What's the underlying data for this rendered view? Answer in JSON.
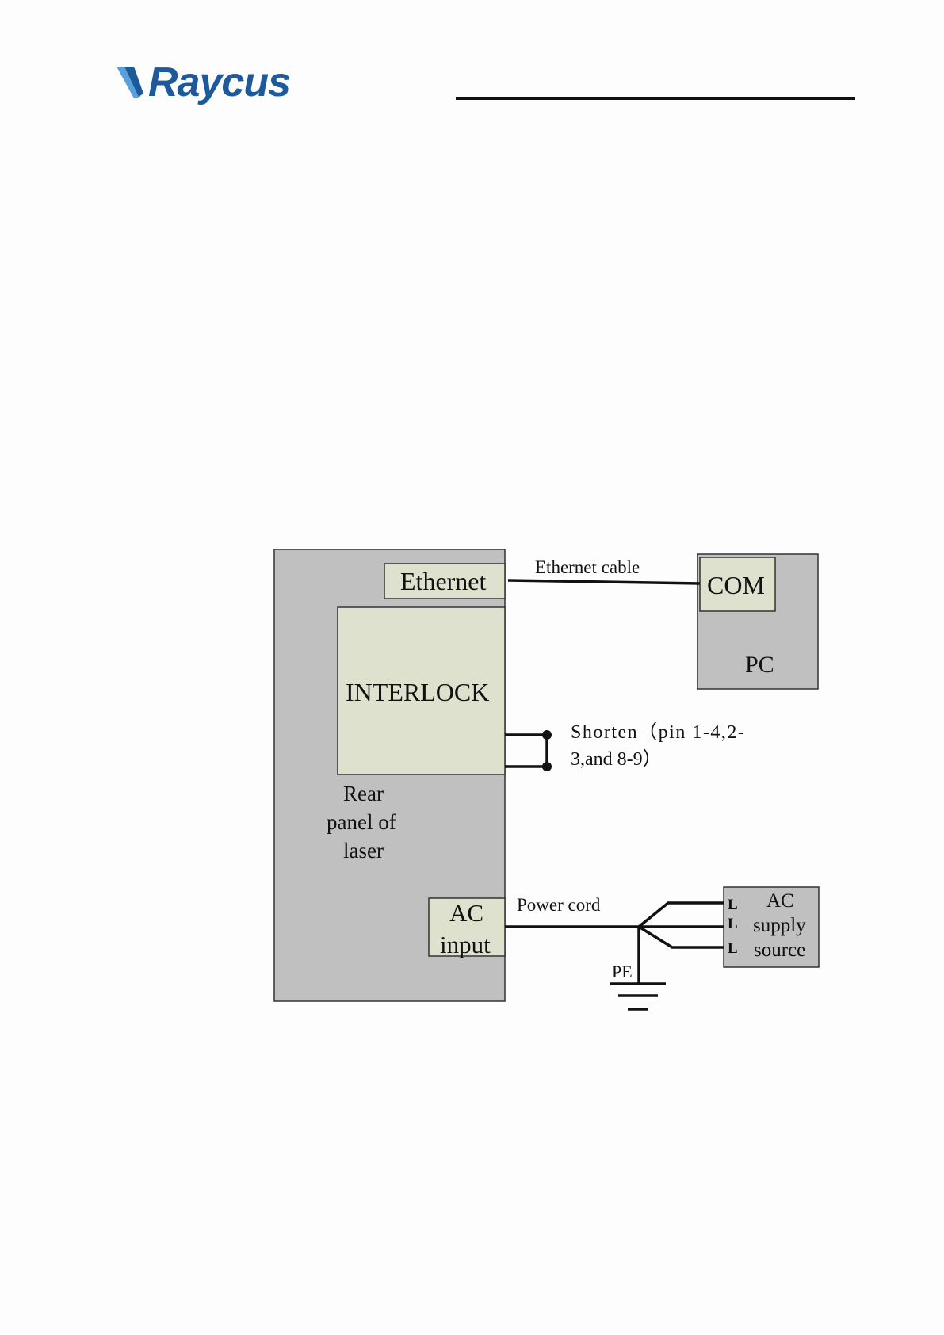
{
  "header": {
    "logo_text": "Raycus"
  },
  "diagram": {
    "ethernet_port": "Ethernet",
    "interlock": "INTERLOCK",
    "rear_panel_line1": "Rear",
    "rear_panel_line2": "panel of",
    "rear_panel_line3": "laser",
    "ac_input_line1": "AC",
    "ac_input_line2": "input",
    "ethernet_cable": "Ethernet cable",
    "com_port": "COM",
    "pc": "PC",
    "shorten_line1": "Shorten（pin 1-4,2-",
    "shorten_line2": "3,and 8-9）",
    "power_cord": "Power cord",
    "pe": "PE",
    "phase_1": "L",
    "phase_2": "L",
    "phase_3": "L",
    "supply_line1": "AC",
    "supply_line2": "supply",
    "supply_line3": "source",
    "colors": {
      "panel_fill": "#c0c0c0",
      "port_fill": "#dee1cd",
      "line": "#111111"
    }
  }
}
